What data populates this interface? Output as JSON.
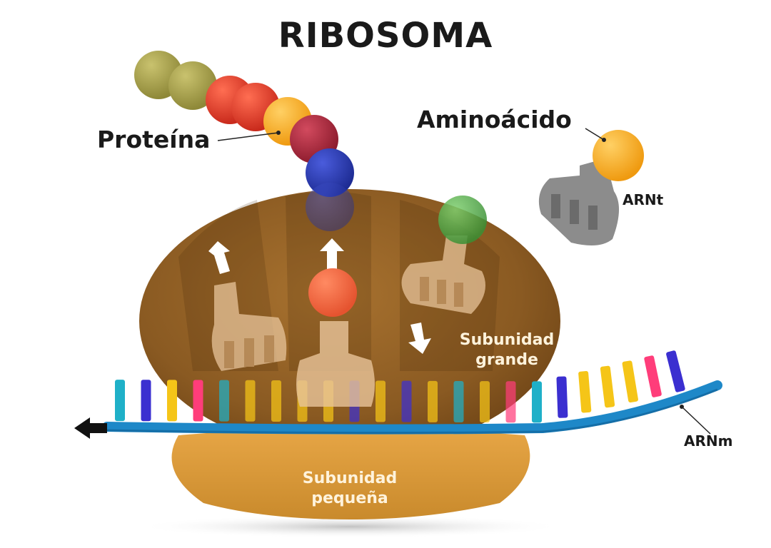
{
  "title": "RIBOSOMA",
  "labels": {
    "protein": "Proteína",
    "amino_acid": "Aminoácido",
    "trna": "ARNt",
    "mrna": "ARNm",
    "large_subunit_line1": "Subunidad",
    "large_subunit_line2": "grande",
    "small_subunit_line1": "Subunidad",
    "small_subunit_line2": "pequeña"
  },
  "colors": {
    "large_subunit": "#8a5a22",
    "small_subunit": "#d99a3c",
    "mrna_strand": "#1e88c8",
    "trna": "#e8c49a",
    "free_trna": "#8c8c8c",
    "amino_acid_free": "#f5a623",
    "amino_acid_green": "#4caf50",
    "amino_acid_orange": "#f26a45",
    "protein_olive": "#a7a04a",
    "protein_red": "#e23b2a",
    "protein_orange": "#f7a81d",
    "protein_crimson": "#b3273e",
    "protein_blue": "#2a3cb8"
  },
  "icons": [
    "arrow-up-icon",
    "arrow-down-icon",
    "arrow-left-icon"
  ]
}
